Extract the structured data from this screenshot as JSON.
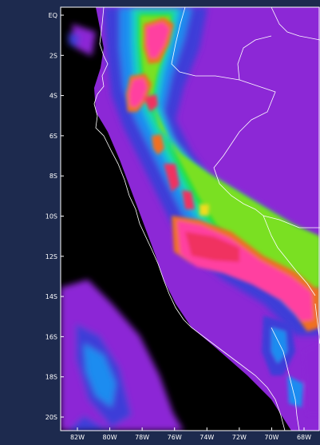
{
  "map": {
    "lat_labels": [
      {
        "text": "EQ",
        "lat": 0
      },
      {
        "text": "2S",
        "lat": -2
      },
      {
        "text": "4S",
        "lat": -4
      },
      {
        "text": "6S",
        "lat": -6
      },
      {
        "text": "8S",
        "lat": -8
      },
      {
        "text": "10S",
        "lat": -10
      },
      {
        "text": "12S",
        "lat": -12
      },
      {
        "text": "14S",
        "lat": -14
      },
      {
        "text": "16S",
        "lat": -16
      },
      {
        "text": "18S",
        "lat": -18
      },
      {
        "text": "20S",
        "lat": -20
      }
    ],
    "lon_labels": [
      {
        "text": "82W",
        "lon": -82
      },
      {
        "text": "80W",
        "lon": -80
      },
      {
        "text": "78W",
        "lon": -78
      },
      {
        "text": "76W",
        "lon": -76
      },
      {
        "text": "74W",
        "lon": -74
      },
      {
        "text": "72W",
        "lon": -72
      },
      {
        "text": "70W",
        "lon": -70
      },
      {
        "text": "68W",
        "lon": -68
      }
    ],
    "colors": {
      "background": "#1d2a4e",
      "ocean_no_data": "#000000",
      "frame": "#ffffff",
      "coastline": "#ffffff",
      "scale": [
        "#8c28d6",
        "#3c3cd8",
        "#1e8cf0",
        "#14d2c8",
        "#22e040",
        "#7ae020",
        "#f0dc1e",
        "#f07020",
        "#f03060",
        "#ff40a0"
      ]
    }
  }
}
